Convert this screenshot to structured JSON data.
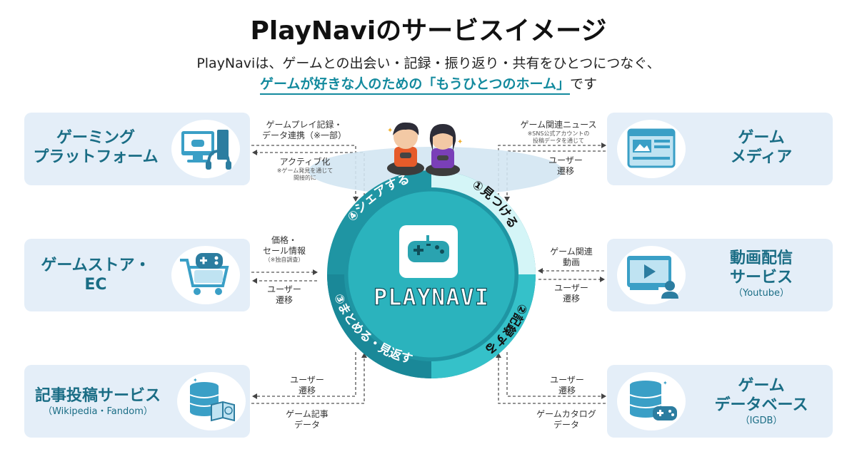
{
  "header": {
    "title": "PlayNaviのサービスイメージ",
    "subtitle_line1": "PlayNaviは、ゲームとの出会い・記録・振り返り・共有をひとつにつなぐ、",
    "subtitle_highlight": "ゲームが好きな人のための「もうひとつのホーム」",
    "subtitle_suffix": "です"
  },
  "hub": {
    "logo_text": "PLAYNAVI",
    "steps": [
      "①見つける",
      "②記録する",
      "③まとめる・見返す",
      "④シェアする"
    ]
  },
  "services": {
    "gaming_platform": {
      "label_line1": "ゲーミング",
      "label_line2": "プラットフォーム"
    },
    "game_store": {
      "label_line1": "ゲームストア・",
      "label_line2": "EC"
    },
    "article_service": {
      "label": "記事投稿サービス",
      "note": "（Wikipedia・Fandom）"
    },
    "game_media": {
      "label_line1": "ゲーム",
      "label_line2": "メディア"
    },
    "video_service": {
      "label_line1": "動画配信",
      "label_line2": "サービス",
      "note": "（Youtube）"
    },
    "game_database": {
      "label_line1": "ゲーム",
      "label_line2": "データベース",
      "note": "（IGDB）"
    }
  },
  "connections": {
    "platform_out_l1": "ゲームプレイ記録・",
    "platform_out_l2": "データ連携（※一部）",
    "platform_in_l1": "アクティブ化",
    "platform_in_note_l1": "※ゲーム発見を通じて",
    "platform_in_note_l2": "間接的に",
    "store_out_l1": "価格・",
    "store_out_l2": "セール情報",
    "store_out_note": "（※独自調査）",
    "store_in_l1": "ユーザー",
    "store_in_l2": "遷移",
    "article_in_l1": "ユーザー",
    "article_in_l2": "遷移",
    "article_out_l1": "ゲーム記事",
    "article_out_l2": "データ",
    "media_out_l1": "ゲーム関連ニュース",
    "media_out_note_l1": "※SNS公式アカウントの",
    "media_out_note_l2": "投稿データを通じて",
    "media_in_l1": "ユーザー",
    "media_in_l2": "遷移",
    "video_out_l1": "ゲーム関連",
    "video_out_l2": "動画",
    "video_in_l1": "ユーザー",
    "video_in_l2": "遷移",
    "db_in_l1": "ユーザー",
    "db_in_l2": "遷移",
    "db_out_l1": "ゲームカタログ",
    "db_out_l2": "データ"
  },
  "colors": {
    "accent": "#138a9e",
    "box_bg": "#e4eef8",
    "box_text": "#1a6d85",
    "ring_dark": "#1b8e9d",
    "ring_mid": "#2fb8c2",
    "ring_light": "#d6f6f8"
  }
}
